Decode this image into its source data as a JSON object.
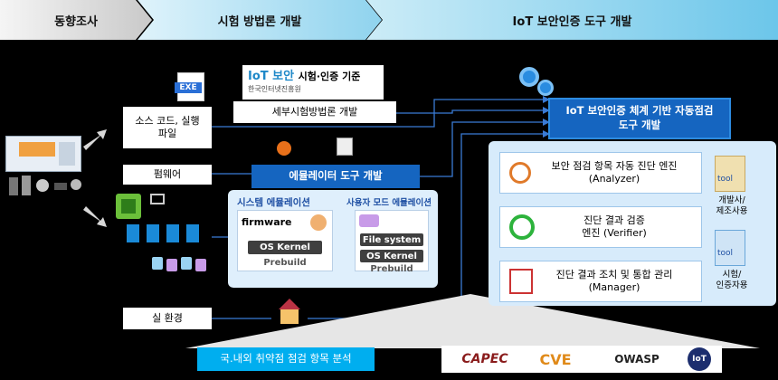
{
  "stages": [
    "동향조사",
    "시험 방법론 개발",
    "IoT 보안인증 도구 개발"
  ],
  "inputs": {
    "source_code": "소스 코드, 실행\n파일",
    "firmware": "펌웨어",
    "real_env": "실 환경"
  },
  "standard": {
    "title_prefix": "IoT 보안",
    "title_suffix": "시험·인증 기준",
    "org": "한국인터넷진흥원",
    "detail_box": "세부시험방법론 개발",
    "exe_label": "EXE"
  },
  "emulator": {
    "title": "에뮬레이터 도구 개발",
    "system": {
      "heading": "시스템 에뮬레이션",
      "firmware": "firmware",
      "kernel": "OS Kernel",
      "prebuild": "Prebuild"
    },
    "user": {
      "heading": "사용자 모드 에뮬레이션",
      "fs": "File system",
      "kernel": "OS Kernel",
      "prebuild": "Prebuild"
    }
  },
  "tool": {
    "title": "IoT 보안인증 체계 기반 자동점검\n도구 개발",
    "engines": [
      {
        "label": "보안 점검 항목 자동 진단 엔진\n(Analyzer)"
      },
      {
        "label": "진단 결과 검증\n엔진 (Verifier)"
      },
      {
        "label": "진단 결과 조치 및 통합 관리\n(Manager)"
      }
    ],
    "users": [
      {
        "tool": "tool",
        "label": "개발사/\n제조사용"
      },
      {
        "tool": "tool",
        "label": "시험/\n인증자용"
      }
    ]
  },
  "analysis_banner": "국.내외 취약점 점검 항목 분석",
  "logos": [
    "CAPEC",
    "CVE",
    "OWASP",
    "IoT"
  ],
  "colors": {
    "accent": "#1565c0",
    "panel": "#dfeffc",
    "banner": "#00aeef"
  }
}
